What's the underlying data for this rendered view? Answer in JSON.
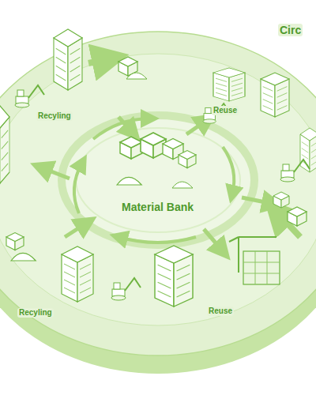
{
  "diagram": {
    "nodes": [
      {
        "text": [
          "Material Bank"
        ]
      }
    ],
    "labels": [
      "Circ",
      "Recyling",
      "Reuse",
      "Recyling",
      "Reuse"
    ]
  }
}
